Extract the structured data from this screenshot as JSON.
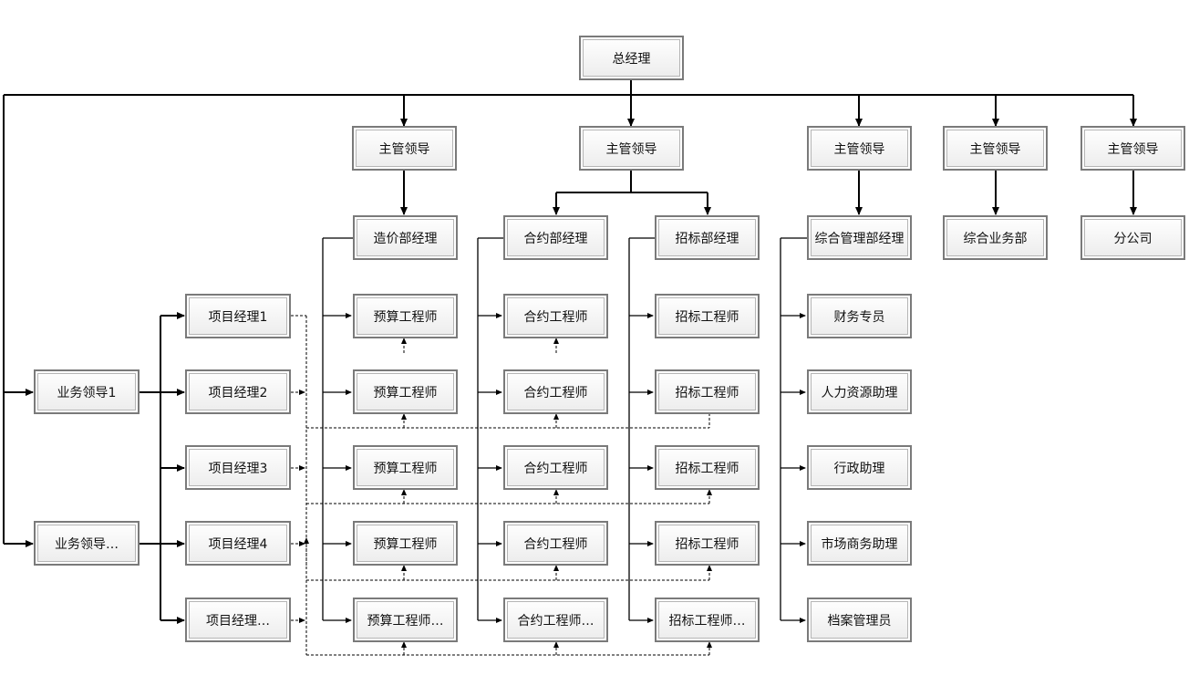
{
  "nodes": {
    "ceo": "总经理",
    "supervisors": [
      "主管领导",
      "主管领导",
      "主管领导",
      "主管领导",
      "主管领导"
    ],
    "cost_manager": "造价部经理",
    "contract_manager": "合约部经理",
    "bidding_manager": "招标部经理",
    "admin_manager": "综合管理部经理",
    "business_dept": "综合业务部",
    "branch": "分公司",
    "business_leaders": [
      "业务领导1",
      "业务领导…"
    ],
    "project_managers": [
      "项目经理1",
      "项目经理2",
      "项目经理3",
      "项目经理4",
      "项目经理…"
    ],
    "budget_engineers": [
      "预算工程师",
      "预算工程师",
      "预算工程师",
      "预算工程师",
      "预算工程师…"
    ],
    "contract_engineers": [
      "合约工程师",
      "合约工程师",
      "合约工程师",
      "合约工程师",
      "合约工程师…"
    ],
    "bidding_engineers": [
      "招标工程师",
      "招标工程师",
      "招标工程师",
      "招标工程师",
      "招标工程师…"
    ],
    "admin_staff": [
      "财务专员",
      "人力资源助理",
      "行政助理",
      "市场商务助理",
      "档案管理员"
    ]
  }
}
